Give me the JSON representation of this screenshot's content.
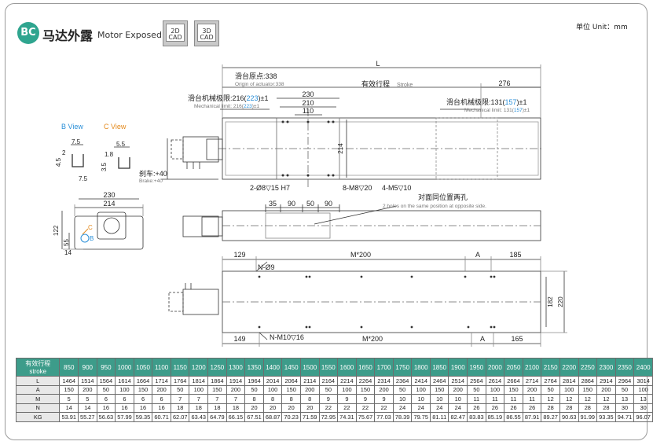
{
  "header": {
    "badge": "BC",
    "title": "马达外露",
    "subtitle": "Motor Exposed",
    "cad_2d": [
      "2D",
      "CAD"
    ],
    "cad_3d": [
      "3D",
      "CAD"
    ],
    "unit": "单位 Unit：mm"
  },
  "drawing": {
    "L": "L",
    "origin_cn": "滑台原点:338",
    "origin_en": "Origin of actuator:338",
    "stroke_cn": "有效行程",
    "stroke_en": "Stroke",
    "dim_276": "276",
    "dim_230": "230",
    "dim_210": "210",
    "dim_110": "110",
    "dim_214": "214",
    "mech_left_cn": "滑台机械极限:216(",
    "mech_left_cn_hl": "223",
    "mech_left_cn_end": ")±1",
    "mech_left_en": "Mechanical limit: 216(",
    "mech_left_en_hl": "223",
    "mech_left_en_end": ")±1",
    "mech_right_cn": "滑台机械极限:131(",
    "mech_right_cn_hl": "157",
    "mech_right_cn_end": ")±1",
    "mech_right_en": "Mechanical limit: 131(",
    "mech_right_en_hl": "157",
    "mech_right_en_end": ")±1",
    "brake_cn": "刹车:+40",
    "brake_en": "Brake:+40",
    "hole_2": "2-Ø8▽15 H7",
    "hole_8m8": "8-M8▽20",
    "hole_4m5": "4-M5▽10",
    "b_view": "B View",
    "c_view": "C View",
    "b_75": "7.5",
    "b_2": "2",
    "b_45": "4.5",
    "b_75b": "7.5",
    "c_55": "5.5",
    "c_18": "1.8",
    "c_35": "3.5",
    "end_230": "230",
    "end_214": "214",
    "end_122": "122",
    "end_55": "55",
    "end_14": "14",
    "end_C": "C",
    "end_B": "B",
    "side_35": "35",
    "side_90a": "90",
    "side_50": "50",
    "side_90b": "90",
    "opp_cn": "对面同位置两孔",
    "opp_en": "2 holes on the same position at opposite side.",
    "bot_129": "129",
    "bot_m200": "M*200",
    "bot_A": "A",
    "bot_185": "185",
    "bot_n9": "N-Ø9",
    "bot_182": "182",
    "bot_220": "220",
    "bot_149": "149",
    "bot_nm10": "N-M10▽16",
    "bot_m200b": "M*200",
    "bot_Ab": "A",
    "bot_165": "165"
  },
  "table": {
    "header_cn": "有效行程",
    "header_en": "stroke",
    "strokes": [
      "850",
      "900",
      "950",
      "1000",
      "1050",
      "1100",
      "1150",
      "1200",
      "1250",
      "1300",
      "1350",
      "1400",
      "1450",
      "1500",
      "1550",
      "1600",
      "1650",
      "1700",
      "1750",
      "1800",
      "1850",
      "1900",
      "1950",
      "2000",
      "2050",
      "2100",
      "2150",
      "2200",
      "2250",
      "2300",
      "2350",
      "2400"
    ],
    "rows": [
      {
        "label": "L",
        "values": [
          "1464",
          "1514",
          "1564",
          "1614",
          "1664",
          "1714",
          "1764",
          "1814",
          "1864",
          "1914",
          "1964",
          "2014",
          "2064",
          "2114",
          "2164",
          "2214",
          "2264",
          "2314",
          "2364",
          "2414",
          "2464",
          "2514",
          "2564",
          "2614",
          "2664",
          "2714",
          "2764",
          "2814",
          "2864",
          "2914",
          "2964",
          "3014"
        ]
      },
      {
        "label": "A",
        "values": [
          "150",
          "200",
          "50",
          "100",
          "150",
          "200",
          "50",
          "100",
          "150",
          "200",
          "50",
          "100",
          "150",
          "200",
          "50",
          "100",
          "150",
          "200",
          "50",
          "100",
          "150",
          "200",
          "50",
          "100",
          "150",
          "200",
          "50",
          "100",
          "150",
          "200",
          "50",
          "100"
        ]
      },
      {
        "label": "M",
        "values": [
          "5",
          "5",
          "6",
          "6",
          "6",
          "6",
          "7",
          "7",
          "7",
          "7",
          "8",
          "8",
          "8",
          "8",
          "9",
          "9",
          "9",
          "9",
          "10",
          "10",
          "10",
          "10",
          "11",
          "11",
          "11",
          "11",
          "12",
          "12",
          "12",
          "12",
          "13",
          "13"
        ]
      },
      {
        "label": "N",
        "values": [
          "14",
          "14",
          "16",
          "16",
          "16",
          "16",
          "18",
          "18",
          "18",
          "18",
          "20",
          "20",
          "20",
          "20",
          "22",
          "22",
          "22",
          "22",
          "24",
          "24",
          "24",
          "24",
          "26",
          "26",
          "26",
          "26",
          "28",
          "28",
          "28",
          "28",
          "30",
          "30"
        ]
      },
      {
        "label": "KG",
        "values": [
          "53.91",
          "55.27",
          "56.63",
          "57.99",
          "59.35",
          "60.71",
          "62.07",
          "63.43",
          "64.79",
          "66.15",
          "67.51",
          "68.87",
          "70.23",
          "71.59",
          "72.95",
          "74.31",
          "75.67",
          "77.03",
          "78.39",
          "79.75",
          "81.11",
          "82.47",
          "83.83",
          "85.19",
          "86.55",
          "87.91",
          "89.27",
          "90.63",
          "91.99",
          "93.35",
          "94.71",
          "96.07"
        ]
      }
    ]
  },
  "colors": {
    "accent": "#2fa58f",
    "table_header": "#3d9c8a",
    "highlight_blue": "#2a8fd8",
    "c_orange": "#e48a1d"
  }
}
